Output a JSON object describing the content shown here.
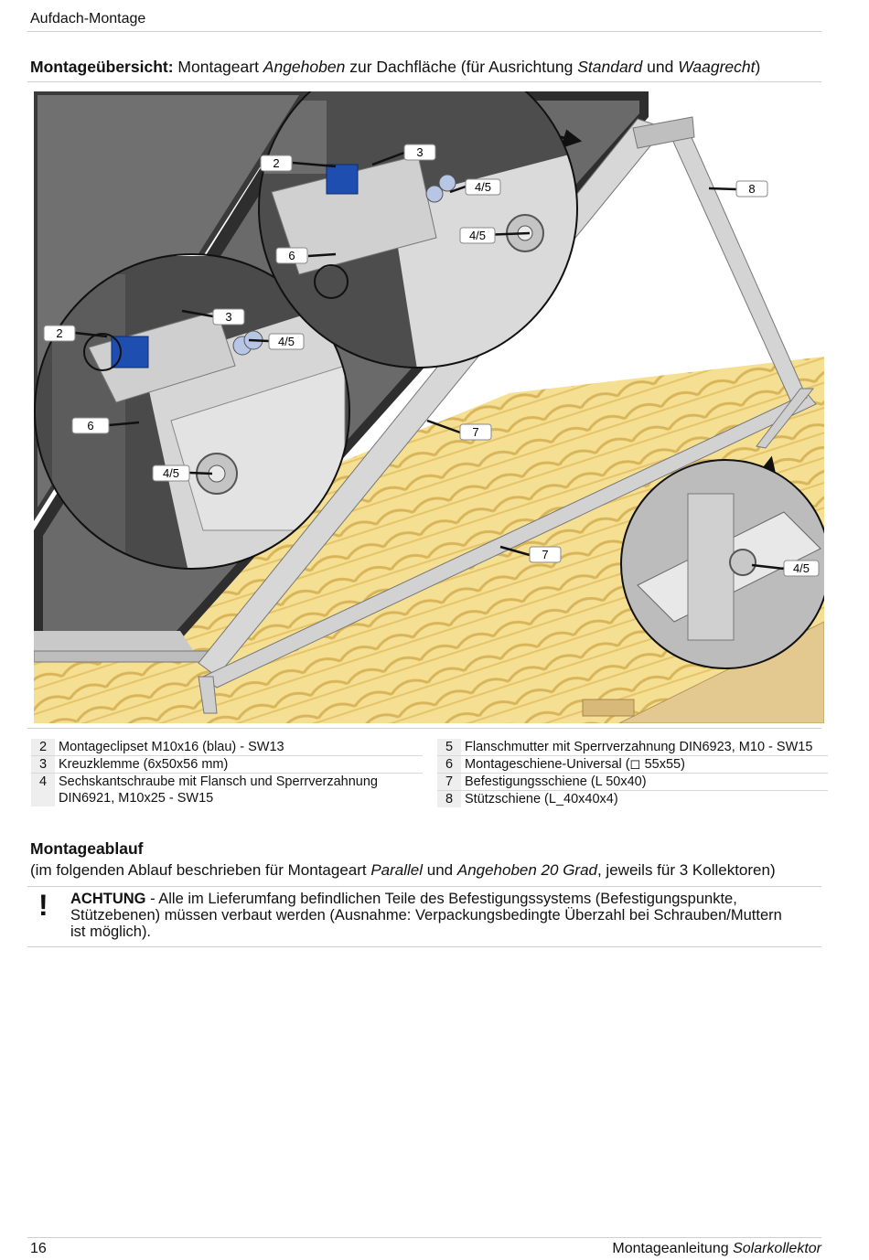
{
  "header": {
    "title": "Aufdach-Montage"
  },
  "overview": {
    "label": "Montageübersicht:",
    "text_1": " Montageart ",
    "italic_1": "Angehoben",
    "text_2": " zur Dachfläche (für Ausrichtung ",
    "italic_2": "Standard",
    "text_3": " und ",
    "italic_3": "Waagrecht",
    "text_4": ")"
  },
  "figure": {
    "callouts": [
      "2",
      "3",
      "4/5",
      "4/5",
      "6",
      "8",
      "2",
      "3",
      "4/5",
      "6",
      "4/5",
      "7",
      "7",
      "4/5"
    ]
  },
  "parts_left": [
    {
      "num": "2",
      "desc": "Montageclipset M10x16 (blau) - SW13"
    },
    {
      "num": "3",
      "desc": "Kreuzklemme (6x50x56 mm)"
    },
    {
      "num": "4",
      "desc": "Sechskantschraube mit Flansch und Sperrverzahnung DIN6921, M10x25 - SW15"
    }
  ],
  "parts_right": [
    {
      "num": "5",
      "desc": "Flanschmutter mit Sperrverzahnung DIN6923, M10 - SW15"
    },
    {
      "num": "6",
      "desc": "Montageschiene-Universal (◻ 55x55)"
    },
    {
      "num": "7",
      "desc": "Befestigungsschiene (L 50x40)"
    },
    {
      "num": "8",
      "desc": "Stützschiene (L_40x40x4)"
    }
  ],
  "procedure": {
    "title": "Montageablauf",
    "sub_1": "(im folgenden Ablauf beschrieben für Montageart ",
    "sub_italic_1": "Parallel",
    "sub_2": " und ",
    "sub_italic_2": "Angehoben 20 Grad",
    "sub_3": ", jeweils für 3 Kollektoren)"
  },
  "warning": {
    "mark": "!",
    "label": "ACHTUNG",
    "text": " - Alle im Lieferumfang befindlichen Teile des Befestigungssystems (Befestigungspunkte, Stützebenen) müssen verbaut werden (Ausnahme: Verpackungsbedingte Überzahl bei Schrauben/Muttern ist möglich)."
  },
  "footer": {
    "page": "16",
    "doc_1": "Montageanleitung ",
    "doc_italic": "Solarkollektor"
  },
  "colors": {
    "clip_blue": "#1e4fb0",
    "tile": "#f3dc8e",
    "wood": "#e3c98f",
    "panel": "#5e5e5e"
  }
}
